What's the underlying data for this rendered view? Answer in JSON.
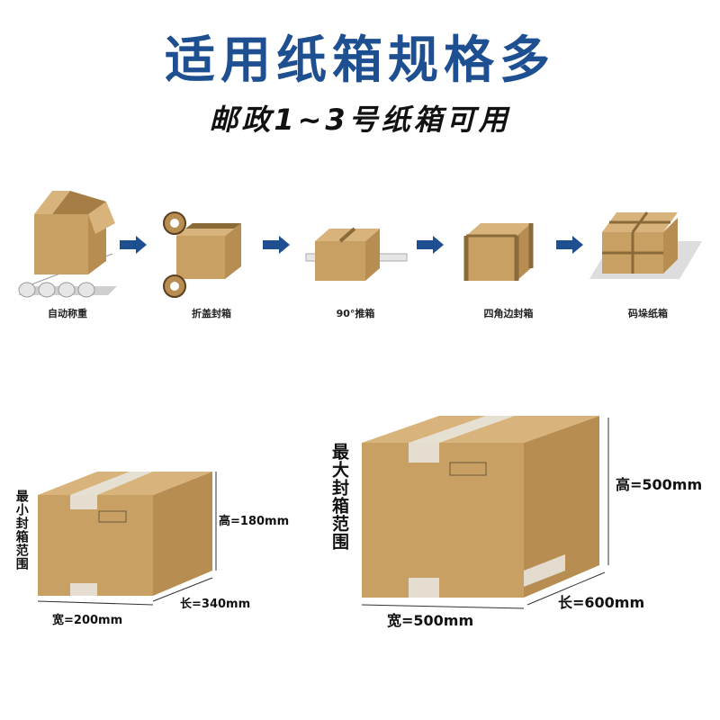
{
  "header": {
    "title": "适用纸箱规格多",
    "subtitle": "邮政1~3号纸箱可用"
  },
  "process": {
    "steps": [
      {
        "label": "自动称重"
      },
      {
        "label": "折盖封箱"
      },
      {
        "label": "90°推箱"
      },
      {
        "label": "四角边封箱"
      },
      {
        "label": "码垛纸箱"
      }
    ]
  },
  "min_box": {
    "label": "最小封箱范围",
    "height": "高=180mm",
    "length": "长=340mm",
    "width": "宽=200mm"
  },
  "max_box": {
    "label": "最大封箱范围",
    "height": "高=500mm",
    "length": "长=600mm",
    "width": "宽=500mm"
  },
  "colors": {
    "title_blue": "#1d4f91",
    "arrow_blue": "#1d4f91",
    "cardboard_front": "#c9a063",
    "cardboard_side": "#b88d52",
    "cardboard_top": "#d8b47c",
    "tape": "#e8e4dc"
  }
}
